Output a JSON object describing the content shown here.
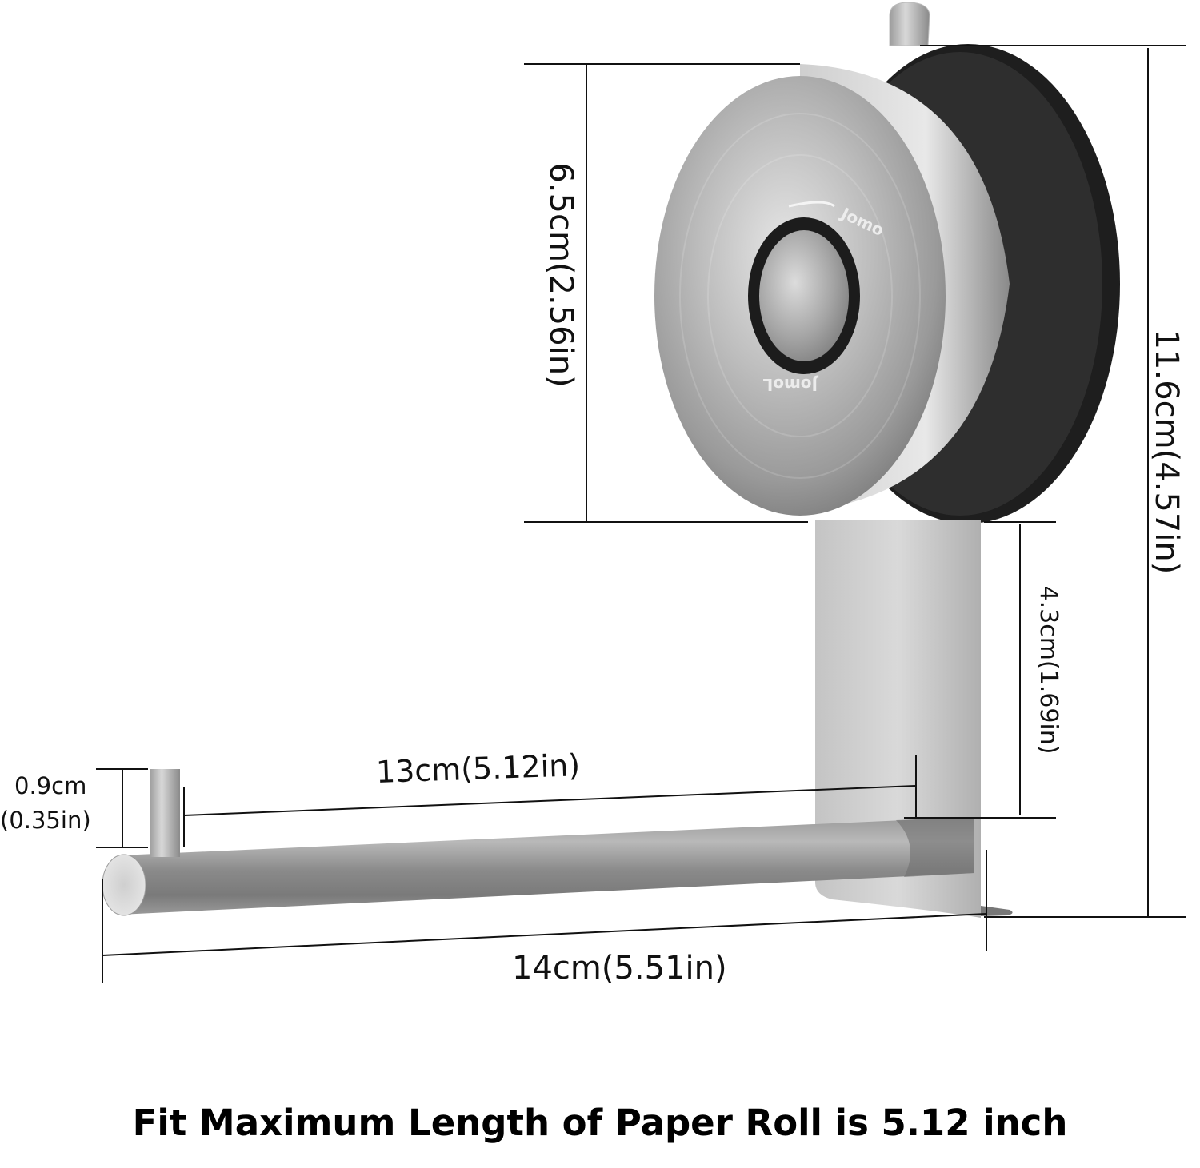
{
  "product": {
    "name": "Suction cup paper towel holder",
    "brand_engraving": "JomoLA",
    "colors": {
      "steel_light": "#d8d8d8",
      "steel_mid": "#a8a8a8",
      "steel_dark": "#6e6e6e",
      "rubber": "#222222",
      "line": "#111111",
      "background": "#ffffff"
    }
  },
  "dimensions": {
    "suction_height": "6.5cm(2.56in)",
    "total_height": "11.6cm(4.57in)",
    "bracket_height": "4.3cm(1.69in)",
    "rod_usable_length": "13cm(5.12in)",
    "rod_total_length": "14cm(5.51in)",
    "end_stop_height_cm": "0.9cm",
    "end_stop_height_in": "(0.35in)"
  },
  "caption": "Fit Maximum Length of Paper Roll is 5.12 inch"
}
